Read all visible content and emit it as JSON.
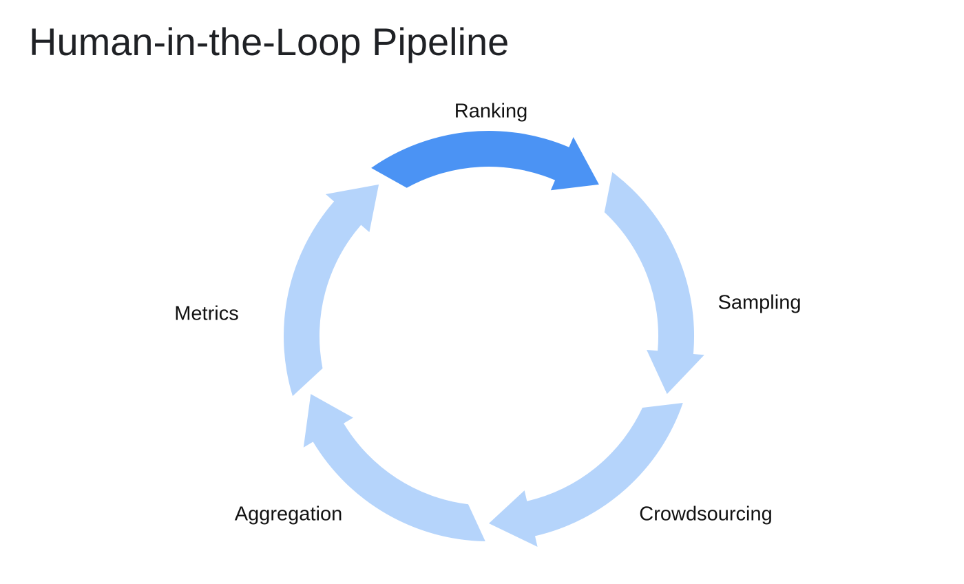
{
  "page": {
    "title": "Human-in-the-Loop Pipeline",
    "background_color": "#ffffff",
    "title_color": "#1f2125"
  },
  "cycle": {
    "type": "circular-process-diagram",
    "direction": "clockwise",
    "colors": {
      "highlight_arrow": "#4b93f4",
      "regular_arrow": "#b5d4fb",
      "label_text": "#121212"
    },
    "segments": [
      {
        "label": "Ranking",
        "position": "top",
        "color": "#4b93f4",
        "highlighted": true
      },
      {
        "label": "Sampling",
        "position": "right",
        "color": "#b5d4fb",
        "highlighted": false
      },
      {
        "label": "Crowdsourcing",
        "position": "bottom-right",
        "color": "#b5d4fb",
        "highlighted": false
      },
      {
        "label": "Aggregation",
        "position": "bottom-left",
        "color": "#b5d4fb",
        "highlighted": false
      },
      {
        "label": "Metrics",
        "position": "left",
        "color": "#b5d4fb",
        "highlighted": false
      }
    ]
  }
}
